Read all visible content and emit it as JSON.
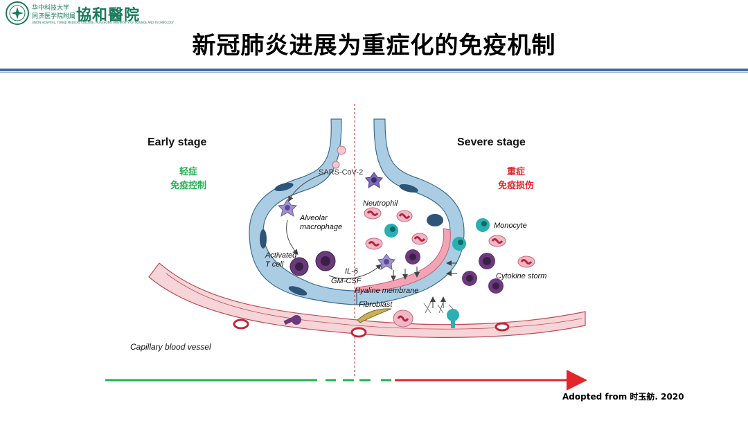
{
  "header": {
    "university_cn_line1": "华中科技大学",
    "university_cn_line2": "同济医学院附属",
    "university_en": "UNION HOSPITAL, TONGJI MEDICAL COLLEGE, HUAZHONG UNIVERSITY OF SCIENCE AND TECHNOLOGY",
    "hospital_name": "協和醫院"
  },
  "title": "新冠肺炎进展为重症化的免疫机制",
  "diagram": {
    "early_stage": "Early stage",
    "severe_stage": "Severe stage",
    "early_cn_line1": "轻症",
    "early_cn_line2": "免疫控制",
    "severe_cn_line1": "重症",
    "severe_cn_line2": "免疫损伤",
    "labels": {
      "sars": "SARS-CoV-2",
      "alveolar1": "Alveolar",
      "alveolar2": "macrophage",
      "activated1": "Activated",
      "activated2": "T cell",
      "il6": "IL-6",
      "gmcsf": "GM-CSF",
      "neutrophil": "Neutrophil",
      "monocyte": "Monocyte",
      "cytokine": "Cytokine storm",
      "hyaline": "Hyaline membrane",
      "fibroblast": "Fibroblast",
      "capillary": "Capillary blood vessel"
    },
    "colors": {
      "early_green": "#1db34f",
      "severe_red": "#e3262c",
      "membrane_blue": "#aacde3",
      "hyaline_pink": "#f2a3b4",
      "tcell_purple": "#6b3a7a",
      "monocyte_teal": "#2ab0b0"
    }
  },
  "citation": "Adopted from 时玉舫. 2020"
}
